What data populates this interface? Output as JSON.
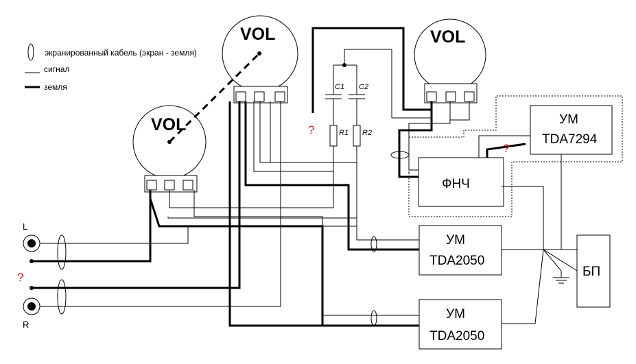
{
  "legend": {
    "cable": "экранированный кабель (экран - земля)",
    "signal": "сигнал",
    "ground": "земля"
  },
  "pots": {
    "vol_left": "VOL",
    "vol_center": "VOL",
    "vol_right": "VOL"
  },
  "components": {
    "c1": "C1",
    "c2": "C2",
    "r1": "R1",
    "r2": "R2"
  },
  "blocks": {
    "lpf": "ФНЧ",
    "amp_top_1": "УМ",
    "amp_top_2": "TDA7294",
    "amp_mid_1": "УМ",
    "amp_mid_2": "TDA2050",
    "amp_bot_1": "УМ",
    "amp_bot_2": "TDA2050",
    "psu": "БП"
  },
  "jacks": {
    "left": "L",
    "right": "R"
  },
  "marks": {
    "q1": "?",
    "q2": "?",
    "q3": "?"
  },
  "colors": {
    "line": "#000000",
    "question": "#e02020"
  }
}
